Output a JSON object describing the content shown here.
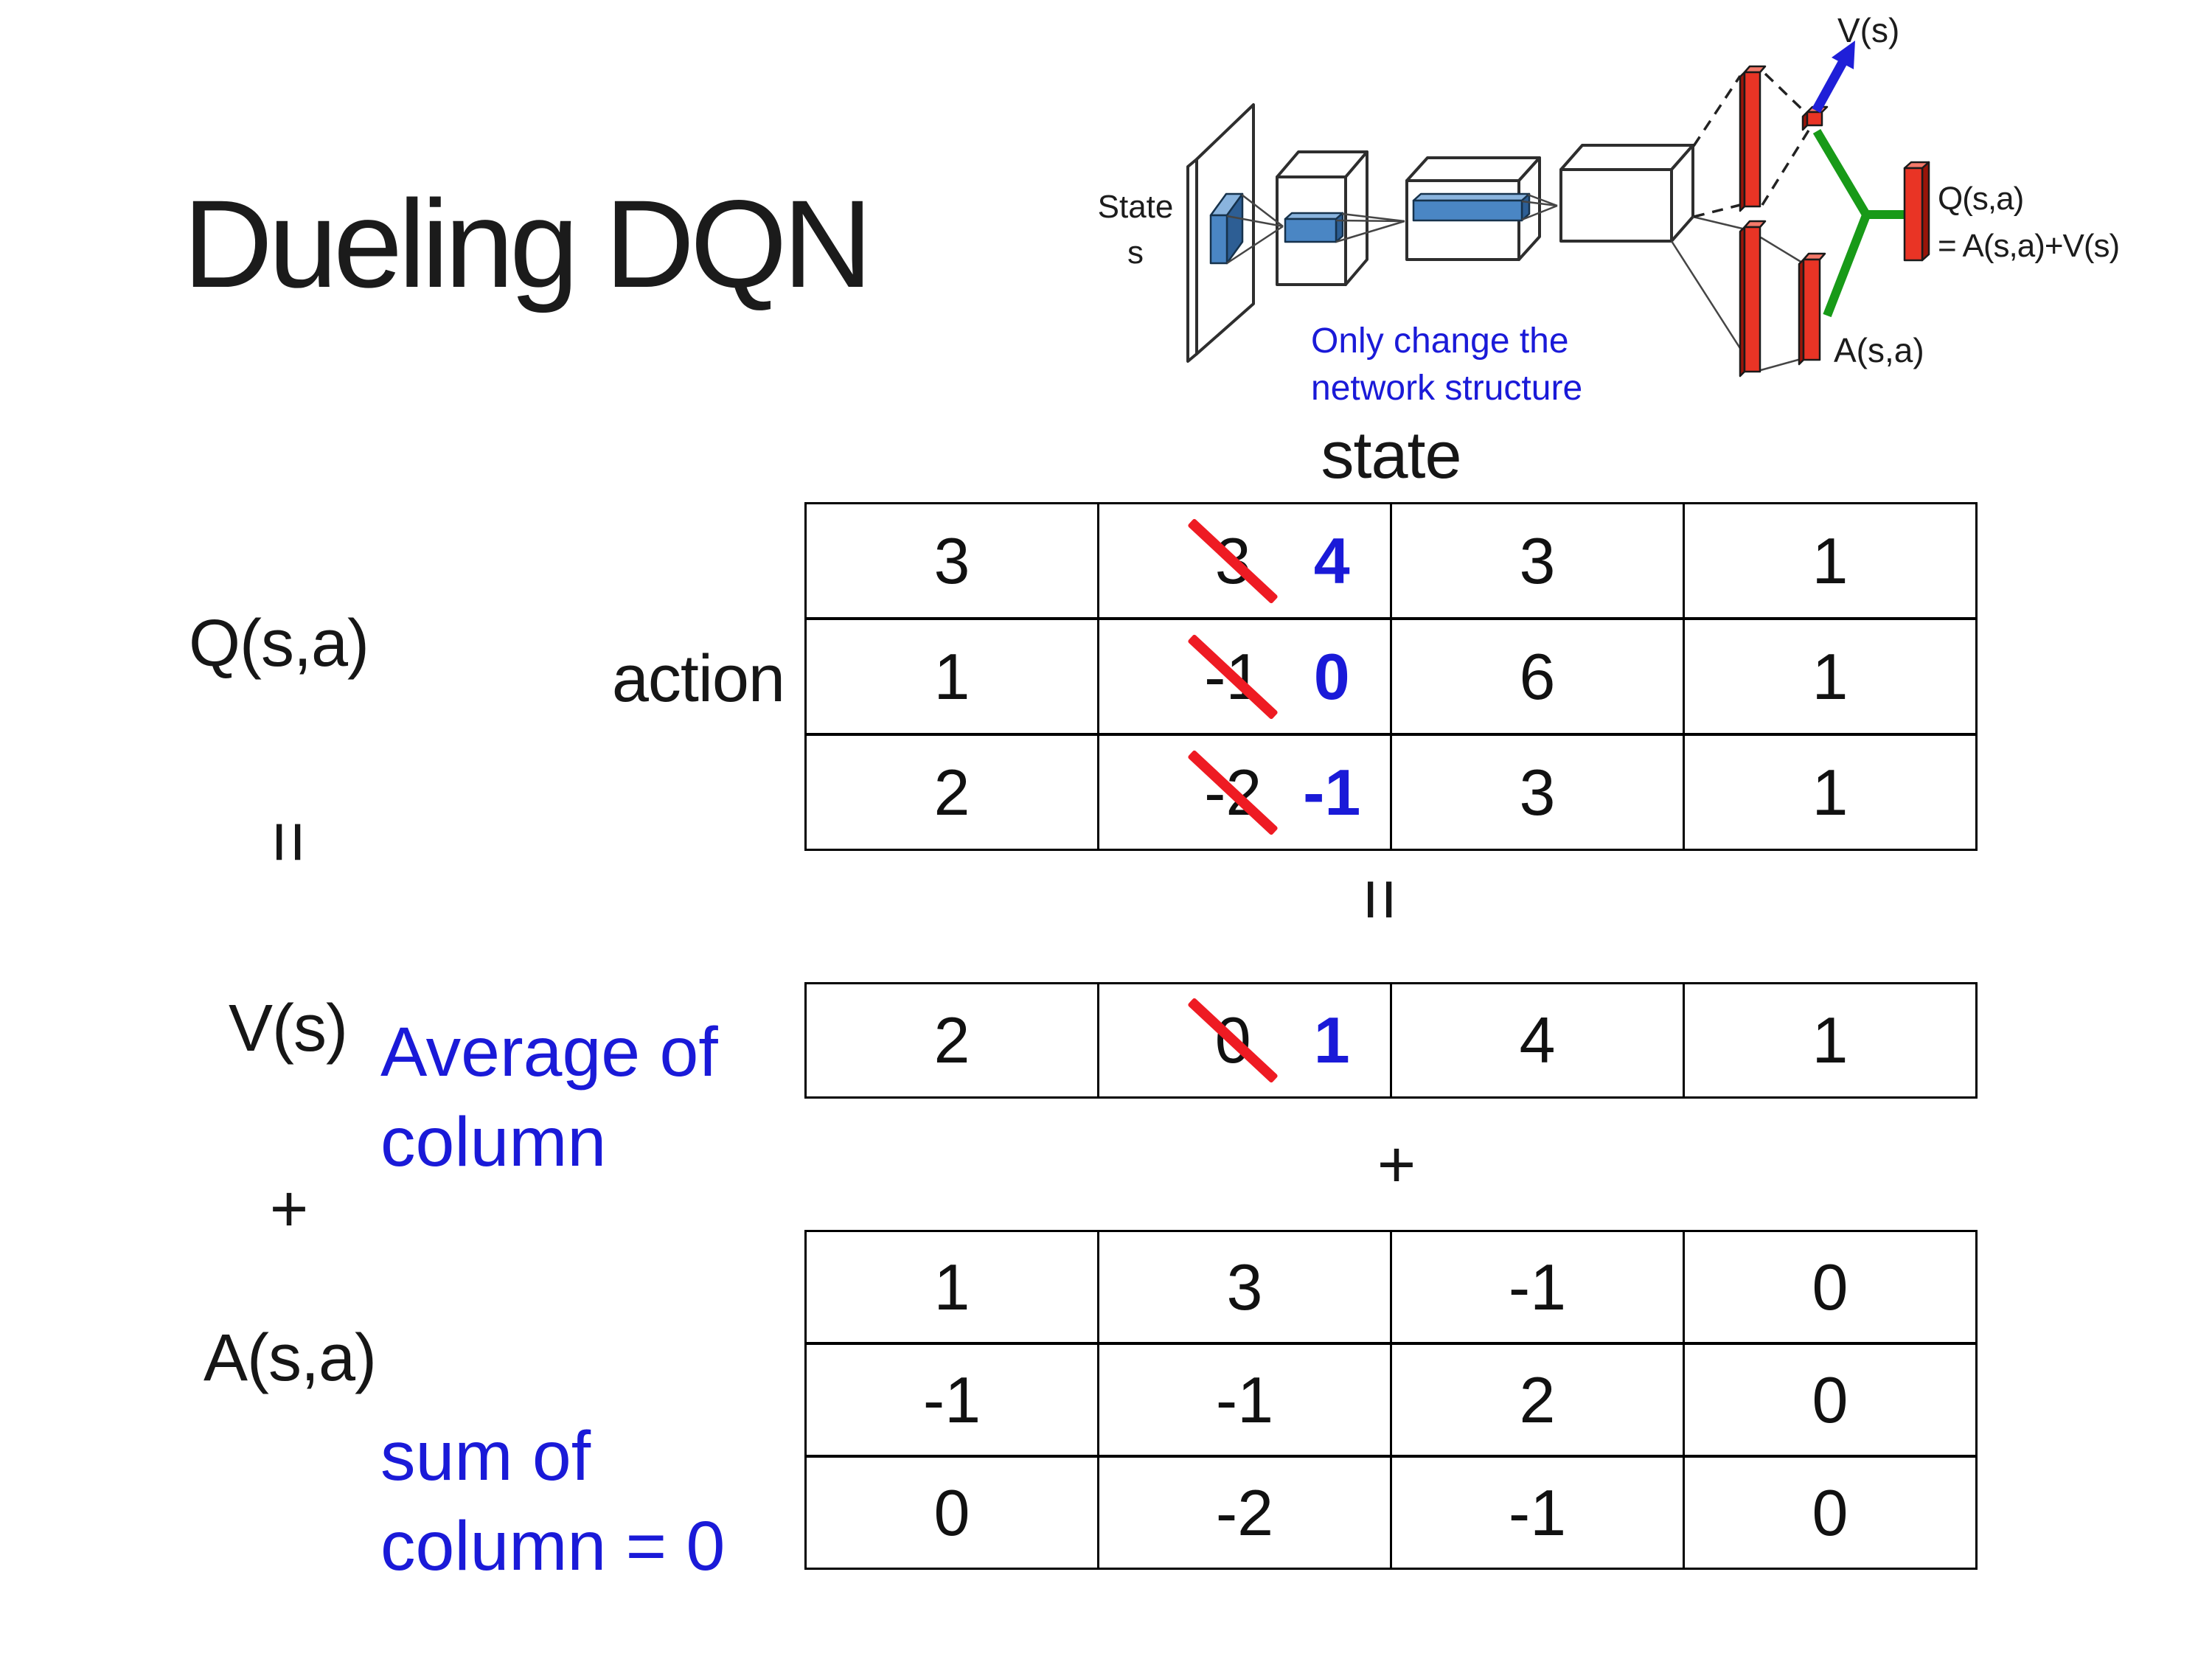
{
  "slide": {
    "title": "Dueling DQN",
    "background_color": "#ffffff"
  },
  "network_diagram": {
    "state_line1": "State",
    "state_line2": "s",
    "note_line1": "Only change the",
    "note_line2": "network structure",
    "v_output_label": "V(s)",
    "q_output_line1": "Q(s,a)",
    "q_output_line2": "= A(s,a)+V(s)",
    "a_output_label": "A(s,a)"
  },
  "decomposition": {
    "q_label": "Q(s,a)",
    "equals_sign": "=",
    "v_label": "V(s)",
    "plus_sign": "+",
    "a_label": "A(s,a)",
    "state_axis_label": "state",
    "action_axis_label": "action",
    "avg_note_line1": "Average of",
    "avg_note_line2": "column",
    "sum_note_line1": "sum of",
    "sum_note_line2": "column = 0"
  },
  "q_table": {
    "rows": [
      {
        "c0": "3",
        "c1_old": "3",
        "c1_new": "4",
        "c2": "3",
        "c3": "1"
      },
      {
        "c0": "1",
        "c1_old": "-1",
        "c1_new": "0",
        "c2": "6",
        "c3": "1"
      },
      {
        "c0": "2",
        "c1_old": "-2",
        "c1_new": "-1",
        "c2": "3",
        "c3": "1"
      }
    ]
  },
  "v_table": {
    "rows": [
      {
        "c0": "2",
        "c1_old": "0",
        "c1_new": "1",
        "c2": "4",
        "c3": "1"
      }
    ]
  },
  "a_table": {
    "rows": [
      {
        "c0": "1",
        "c1": "3",
        "c2": "-1",
        "c3": "0"
      },
      {
        "c0": "-1",
        "c1": "-1",
        "c2": "2",
        "c3": "0"
      },
      {
        "c0": "0",
        "c1": "-2",
        "c2": "-1",
        "c3": "0"
      }
    ]
  },
  "colors": {
    "annotation_blue": "#1a1ad8",
    "strike_red": "#ee1b23",
    "bar_red": "#e93425",
    "bar_red_dark": "#991409",
    "bar_red_light": "#f4796a",
    "conv_blue": "#4a86c4",
    "connector_green": "#189a18",
    "arrow_blue": "#1f1fd8"
  }
}
